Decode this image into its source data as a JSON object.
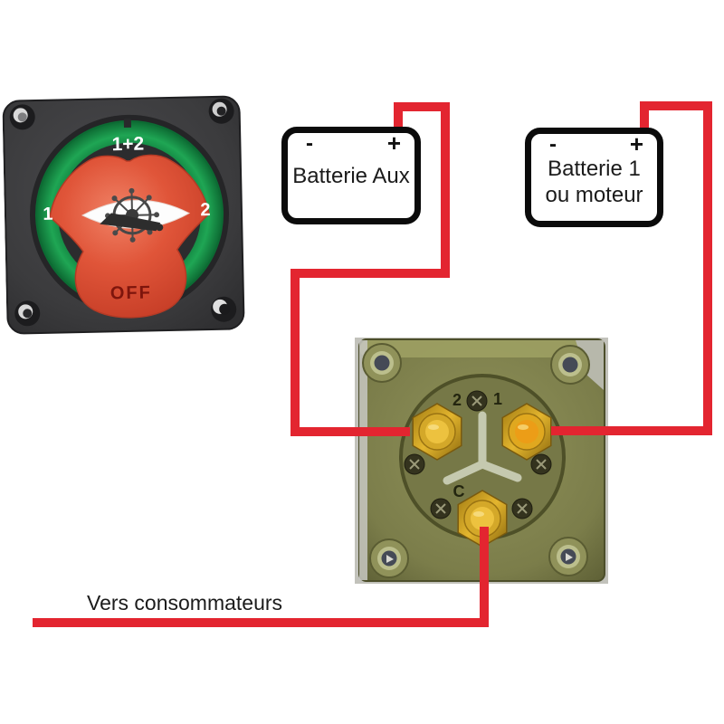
{
  "front_switch": {
    "position_combined": "1+2",
    "position_one": "1",
    "position_two": "2",
    "position_off": "OFF"
  },
  "battery_aux": {
    "minus_sign": "-",
    "plus_sign": "+",
    "label": "Batterie Aux"
  },
  "battery_main": {
    "minus_sign": "-",
    "plus_sign": "+",
    "label_line1": "Batterie 1",
    "label_line2": "ou moteur"
  },
  "rear_switch": {
    "terminal_two": "2",
    "terminal_one": "1",
    "terminal_common": "C"
  },
  "consumers": {
    "label": "Vers consommateurs"
  },
  "colors": {
    "wire_red": "#e32530",
    "switch_green": "#18984c",
    "knob_red": "#dd4a31",
    "brass": "#edc23f",
    "rear_body_olive": "#80824d",
    "front_body_gray": "#3b3b3d",
    "box_border_black": "#0b0b0b"
  }
}
